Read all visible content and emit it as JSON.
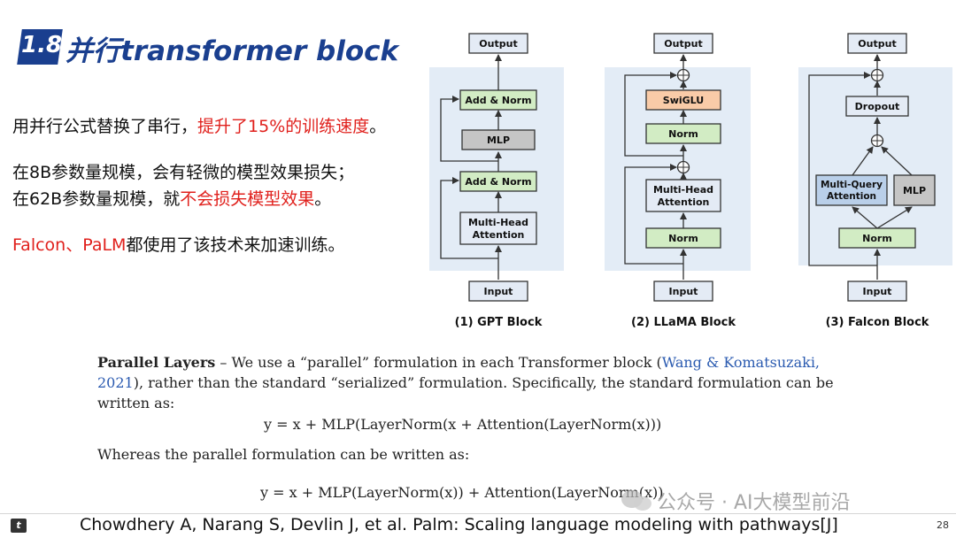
{
  "slide": {
    "number_label": "1.8",
    "title": "并行transformer block",
    "page_number": "28"
  },
  "left": {
    "para1_black": "用并行公式替换了串行，",
    "para1_red": "提升了15%的训练速度",
    "para1_end": "。",
    "para2_line1": "在8B参数量规模，会有轻微的模型效果损失；",
    "para2_line2_black": "在62B参数量规模，就",
    "para2_line2_red": "不会损失模型效果",
    "para2_line2_end": "。",
    "para3_red": "Falcon、PaLM",
    "para3_black": "都使用了该技术来加速训练。"
  },
  "diagram": {
    "gpt": {
      "caption": "(1) GPT Block",
      "output": "Output",
      "add_norm_top": "Add & Norm",
      "mlp": "MLP",
      "add_norm_bottom": "Add & Norm",
      "mha_line1": "Multi-Head",
      "mha_line2": "Attention",
      "input": "Input"
    },
    "llama": {
      "caption": "(2) LLaMA Block",
      "output": "Output",
      "swiglu": "SwiGLU",
      "norm_top": "Norm",
      "mha_line1": "Multi-Head",
      "mha_line2": "Attention",
      "norm_bottom": "Norm",
      "input": "Input"
    },
    "falcon": {
      "caption": "(3) Falcon Block",
      "output": "Output",
      "dropout": "Dropout",
      "mqa_line1": "Multi-Query",
      "mqa_line2": "Attention",
      "mlp": "MLP",
      "norm": "Norm",
      "input": "Input"
    },
    "colors": {
      "panel": "#e3ecf6",
      "green": "#d2ecc4",
      "gray": "#c5c5c5",
      "blue_box": "#b9cfe9",
      "orange": "#f9cba8",
      "light": "#e4ebf5"
    }
  },
  "paper": {
    "heading": "Parallel Layers",
    "text1": " – We use a “parallel” formulation in each Transformer block (",
    "citation": "Wang & Komatsuzaki, 2021",
    "text2": "), rather than the standard “serialized” formulation. Specifically, the standard formulation can be written as:",
    "eq1": "y = x + MLP(LayerNorm(x + Attention(LayerNorm(x)))",
    "whereas": "Whereas the parallel formulation can be written as:",
    "eq2": "y = x + MLP(LayerNorm(x)) + Attention(LayerNorm(x))"
  },
  "watermark": "公众号 · AI大模型前沿",
  "footer": {
    "icon_letter": "t",
    "reference": "Chowdhery A, Narang S, Devlin J, et al. Palm: Scaling language modeling with pathways[J]"
  }
}
